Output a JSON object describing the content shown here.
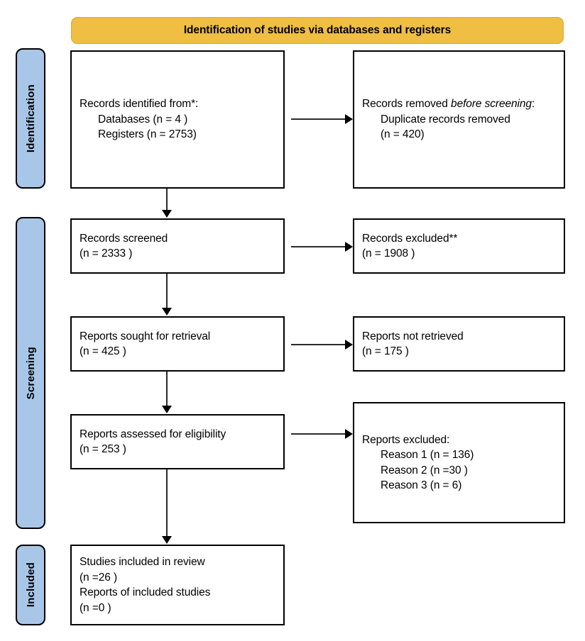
{
  "banner": {
    "title": "Identification of studies via databases and registers"
  },
  "phases": [
    {
      "label": "Identification"
    },
    {
      "label": "Screening"
    },
    {
      "label": "Included"
    }
  ],
  "nodes": {
    "identified": {
      "lines": [
        "Records identified from*:",
        "Databases (n = 4 )",
        "Registers (n = 2753)"
      ]
    },
    "removed": {
      "lines_pre": "Records removed ",
      "lines_italic": "before screening",
      "lines_post": ":",
      "lines": [
        "Duplicate records removed",
        "(n = 420)"
      ]
    },
    "screened": {
      "lines": [
        "Records screened",
        "(n = 2333 )"
      ]
    },
    "excluded_records": {
      "lines": [
        "Records excluded**",
        "(n = 1908 )"
      ]
    },
    "sought": {
      "lines": [
        "Reports sought for retrieval",
        "(n = 425 )"
      ]
    },
    "not_retrieved": {
      "lines": [
        "Reports not retrieved",
        "(n = 175 )"
      ]
    },
    "assessed": {
      "lines": [
        "Reports assessed for eligibility",
        "(n = 253 )"
      ]
    },
    "excluded_reports": {
      "heading": "Reports excluded:",
      "reasons": [
        "Reason 1 (n = 136)",
        "Reason 2 (n =30 )",
        "Reason 3 (n = 6)"
      ]
    },
    "included": {
      "lines": [
        "Studies included in review",
        "(n =26 )",
        "Reports of included studies",
        "(n =0 )"
      ]
    }
  },
  "colors": {
    "banner_fill": "#EFBE42",
    "phase_fill": "#A8C6E8",
    "box_border": "#000000",
    "connector": "#2b2b2b"
  }
}
